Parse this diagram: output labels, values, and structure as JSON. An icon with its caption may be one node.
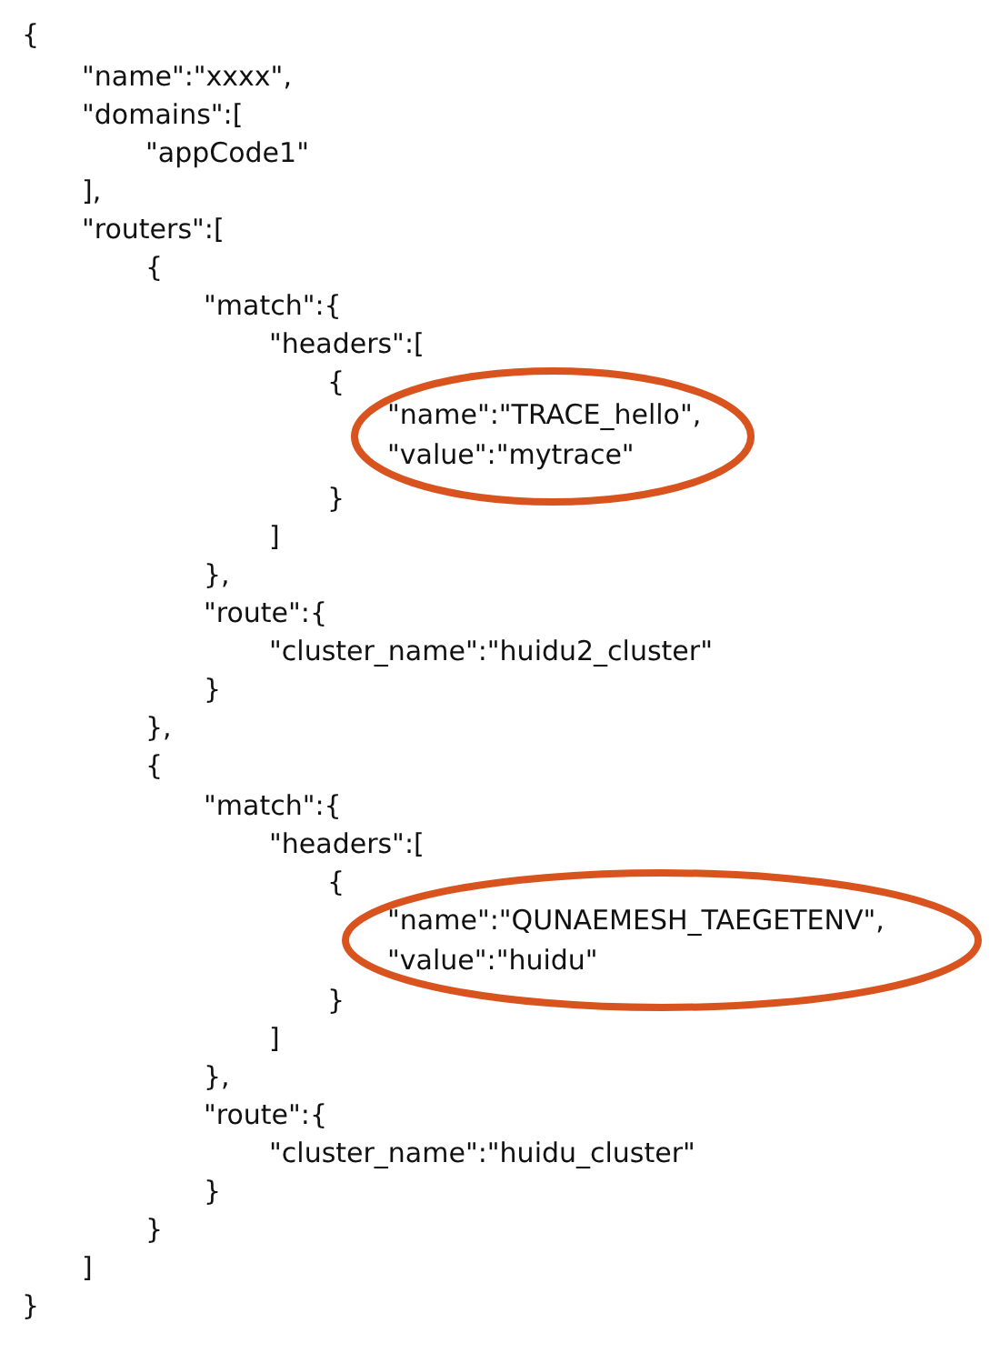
{
  "diagram": {
    "nodes": [
      {
        "text": [
          "\"name\":\"TRACE_hello\",",
          "\"value\":\"mytrace\""
        ]
      },
      {
        "text": [
          "\"name\":\"QUNAEMESH_TAEGETENV\",",
          "\"value\":\"huidu\""
        ]
      }
    ],
    "labels": [
      "{",
      "\"name\":\"xxxx\",",
      "\"domains\":[",
      "\"appCode1\"",
      "],",
      "\"routers\":[",
      "{",
      "\"match\":{",
      "\"headers\":[",
      "{",
      "}",
      "]",
      "},",
      "\"route\":{",
      "\"cluster_name\":\"huidu2_cluster\"",
      "}",
      "},",
      "{",
      "\"match\":{",
      "\"headers\":[",
      "{",
      "}",
      "]",
      "},",
      "\"route\":{",
      "\"cluster_name\":\"huidu_cluster\"",
      "}",
      "}",
      "]",
      "}"
    ]
  }
}
